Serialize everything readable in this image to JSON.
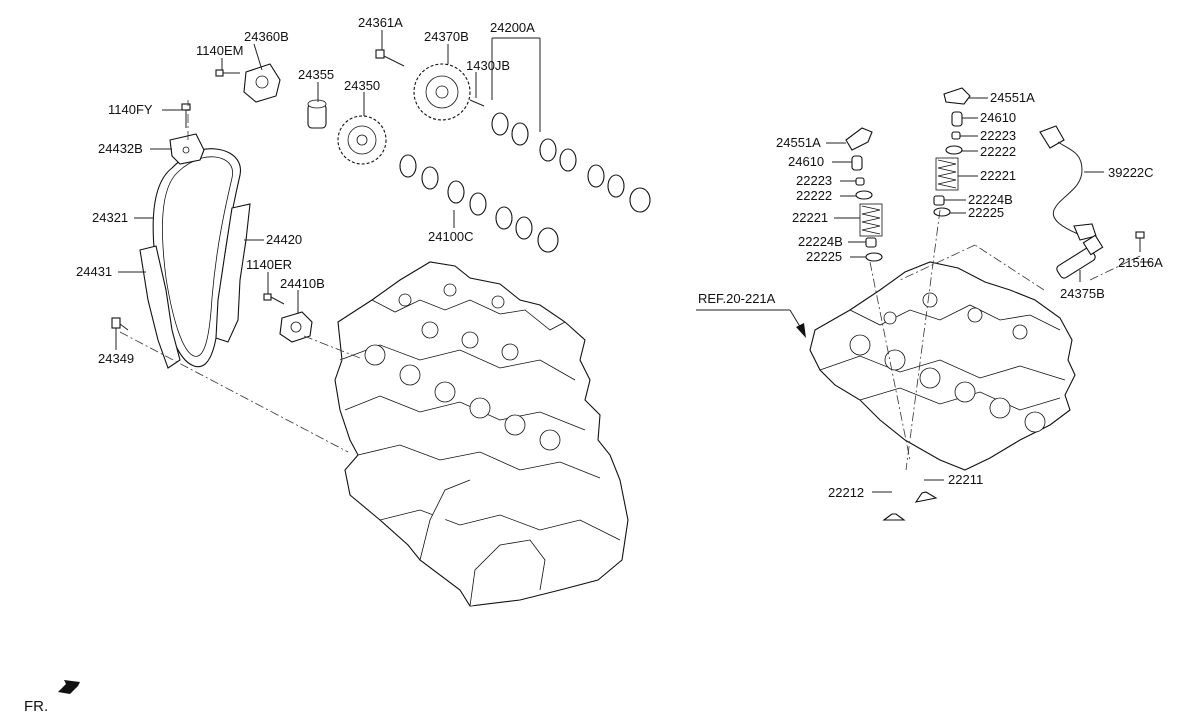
{
  "labels": {
    "l24361A": "24361A",
    "l24370B": "24370B",
    "l24200A": "24200A",
    "l1140EM": "1140EM",
    "l24360B": "24360B",
    "l1430JB": "1430JB",
    "l24355": "24355",
    "l24350": "24350",
    "l1140FY": "1140FY",
    "l24432B": "24432B",
    "l24321": "24321",
    "l24420": "24420",
    "l24100C": "24100C",
    "l24431": "24431",
    "l1140ER": "1140ER",
    "l24410B": "24410B",
    "l24349": "24349",
    "l24551A_r": "24551A",
    "l24610_r": "24610",
    "l22223_r": "22223",
    "l22222_r": "22222",
    "l22221_r": "22221",
    "l22224B_r": "22224B",
    "l22225_r": "22225",
    "l24551A_l": "24551A",
    "l24610_l": "24610",
    "l22223_l": "22223",
    "l22222_l": "22222",
    "l22221_l": "22221",
    "l22224B_l": "22224B",
    "l22225_l": "22225",
    "l39222C": "39222C",
    "l21516A": "21516A",
    "l24375B": "24375B",
    "lREF": "REF.20-221A",
    "l22212": "22212",
    "l22211": "22211",
    "lFR": "FR."
  }
}
